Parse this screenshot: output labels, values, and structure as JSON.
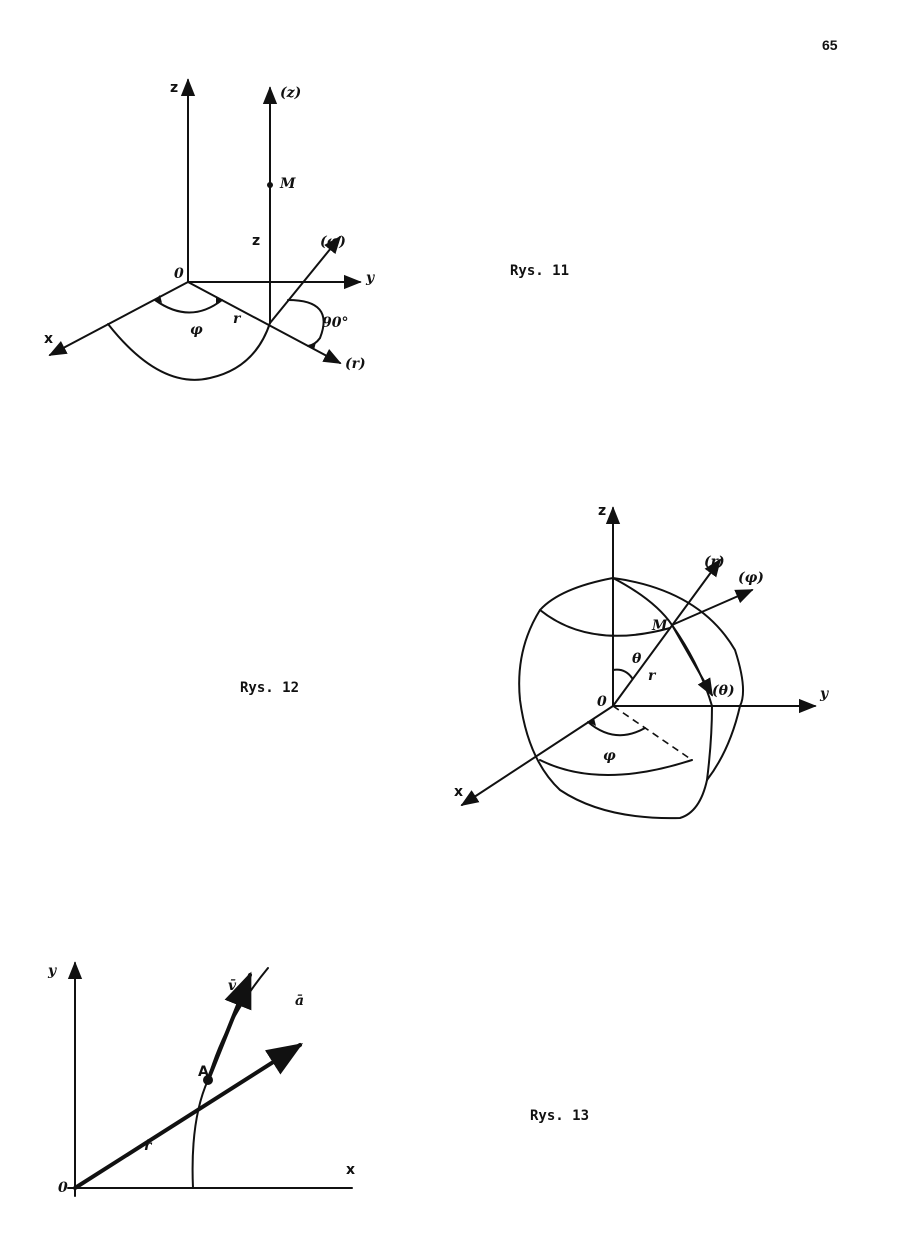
{
  "page_number": "65",
  "fig11": {
    "caption": "Rys. 11",
    "labels": {
      "z_axis": "z",
      "z_axis_paren": "(z)",
      "point": "M",
      "z_height": "z",
      "phi_paren": "(φ)",
      "origin": "0",
      "y_axis": "y",
      "x_axis": "x",
      "phi": "φ",
      "r": "r",
      "angle": "90°",
      "r_paren": "(r)"
    }
  },
  "fig12": {
    "caption": "Rys. 12",
    "labels": {
      "z_axis": "z",
      "r_paren": "(r)",
      "phi_paren": "(φ)",
      "point": "M",
      "theta": "θ",
      "r": "r",
      "origin": "0",
      "theta_paren": "(θ)",
      "y_axis": "y",
      "phi": "φ",
      "x_axis": "x"
    }
  },
  "fig13": {
    "caption": "Rys. 13",
    "labels": {
      "y_axis": "y",
      "v_vec": "v̄",
      "a_vec": "ā",
      "point": "A",
      "r_vec": "r̄",
      "origin": "0",
      "x_axis": "x"
    }
  }
}
